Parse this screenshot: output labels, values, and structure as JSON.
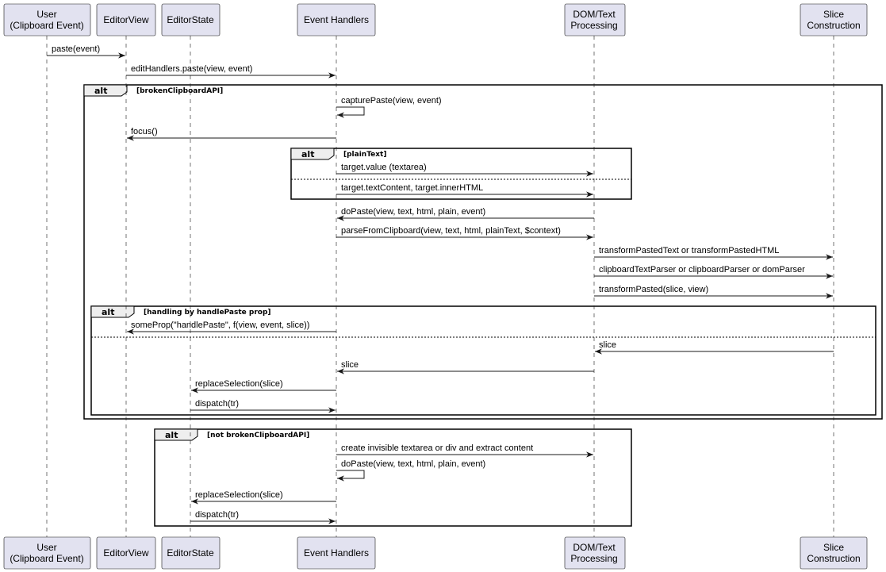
{
  "participants": [
    {
      "id": "user",
      "lines": [
        "User",
        "(Clipboard Event)"
      ]
    },
    {
      "id": "editorview",
      "lines": [
        "EditorView"
      ]
    },
    {
      "id": "editorstate",
      "lines": [
        "EditorState"
      ]
    },
    {
      "id": "handlers",
      "lines": [
        "Event Handlers"
      ]
    },
    {
      "id": "dom",
      "lines": [
        "DOM/Text",
        "Processing"
      ]
    },
    {
      "id": "slice",
      "lines": [
        "Slice",
        "Construction"
      ]
    }
  ],
  "messages": [
    {
      "from": "user",
      "to": "editorview",
      "label": "paste(event)"
    },
    {
      "from": "editorview",
      "to": "handlers",
      "label": "editHandlers.paste(view, event)"
    },
    {
      "from": "handlers",
      "to": "handlers",
      "label": "capturePaste(view, event)"
    },
    {
      "from": "handlers",
      "to": "editorview",
      "label": "focus()"
    },
    {
      "from": "handlers",
      "to": "dom",
      "label": "target.value (textarea)"
    },
    {
      "from": "handlers",
      "to": "dom",
      "label": "target.textContent, target.innerHTML"
    },
    {
      "from": "dom",
      "to": "handlers",
      "label": "doPaste(view, text, html, plain, event)"
    },
    {
      "from": "handlers",
      "to": "dom",
      "label": "parseFromClipboard(view, text, html, plainText, $context)"
    },
    {
      "from": "dom",
      "to": "slice",
      "label": "transformPastedText or transformPastedHTML"
    },
    {
      "from": "dom",
      "to": "slice",
      "label": "clipboardTextParser or clipboardParser or domParser"
    },
    {
      "from": "dom",
      "to": "slice",
      "label": "transformPasted(slice, view)"
    },
    {
      "from": "handlers",
      "to": "editorview",
      "label": "someProp(\"handlePaste\", f(view, event, slice))"
    },
    {
      "from": "slice",
      "to": "dom",
      "label": "slice"
    },
    {
      "from": "dom",
      "to": "handlers",
      "label": "slice"
    },
    {
      "from": "handlers",
      "to": "editorstate",
      "label": "replaceSelection(slice)"
    },
    {
      "from": "editorstate",
      "to": "handlers",
      "label": "dispatch(tr)"
    },
    {
      "from": "handlers",
      "to": "dom",
      "label": "create invisible textarea or div and extract content"
    },
    {
      "from": "handlers",
      "to": "handlers",
      "label": "doPaste(view, text, html, plain, event)"
    },
    {
      "from": "handlers",
      "to": "editorstate",
      "label": "replaceSelection(slice)"
    },
    {
      "from": "editorstate",
      "to": "handlers",
      "label": "dispatch(tr)"
    }
  ],
  "fragments": [
    {
      "operator": "alt",
      "guard": "[brokenClipboardAPI]"
    },
    {
      "operator": "alt",
      "guard": "[plainText]"
    },
    {
      "operator": "alt",
      "guard": "[handling by handlePaste prop]"
    },
    {
      "operator": "alt",
      "guard": "[not brokenClipboardAPI]"
    }
  ]
}
